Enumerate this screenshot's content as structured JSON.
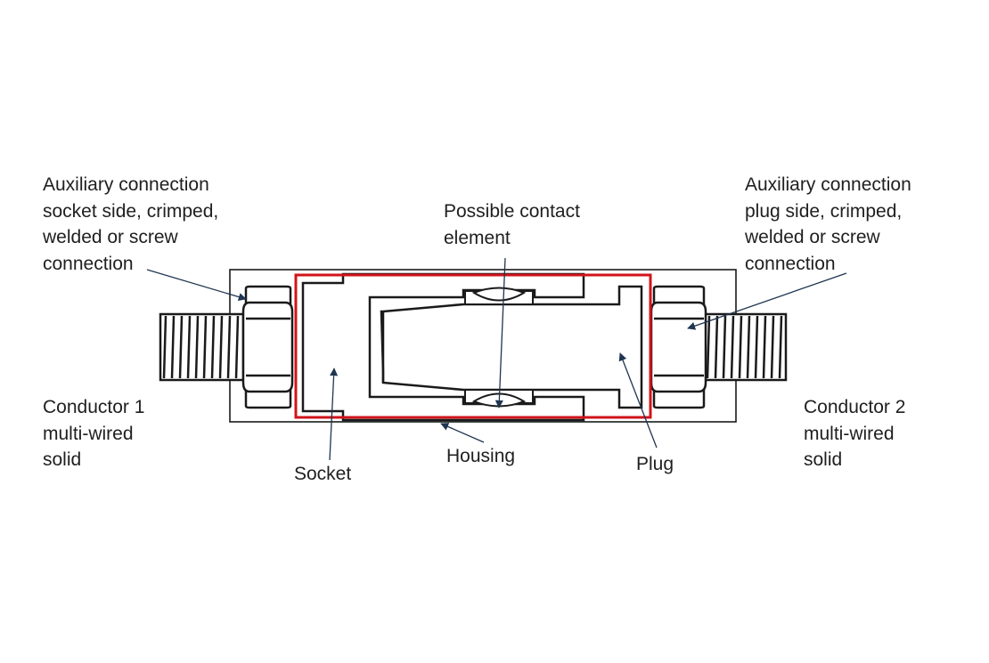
{
  "labels": {
    "aux_socket": "Auxiliary connection\nsocket side, crimped,\nwelded or screw\nconnection",
    "aux_plug": "Auxiliary connection\nplug side, crimped,\nwelded or screw\nconnection",
    "contact": "Possible contact\nelement",
    "conductor1": "Conductor 1\nmulti-wired\nsolid",
    "conductor2": "Conductor 2\nmulti-wired\nsolid",
    "socket": "Socket",
    "housing": "Housing",
    "plug": "Plug"
  },
  "colors": {
    "line": "#1a1a1a",
    "highlight": "#d0141b",
    "leader": "#1f3550",
    "text": "#1f1f1f"
  }
}
